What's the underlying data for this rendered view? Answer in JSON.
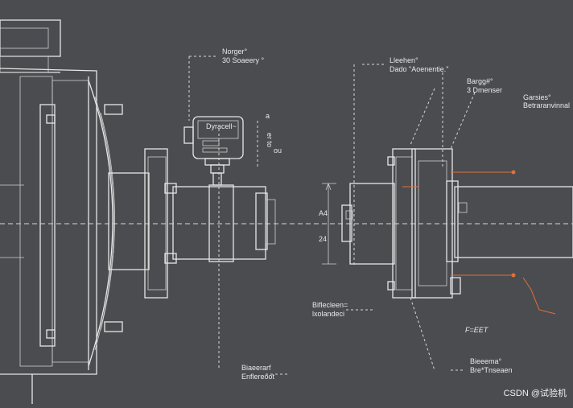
{
  "labels": {
    "top_left": [
      "Norger°",
      "30 Soaeery °"
    ],
    "top_center": [
      "Lleehen°",
      "Dado \"Aoenentie.\""
    ],
    "right_1": [
      "Bargg#°",
      "3  Dmenser"
    ],
    "right_2": [
      "Garsies°",
      "Betraranvinnal"
    ],
    "gauge_display": "Dyracell~",
    "vertical_dims": [
      "a",
      "er to",
      "ou"
    ],
    "dim_a4": "A4",
    "dim_24": "24",
    "bottom_mid": [
      "Biflecleen=",
      "lxolandeci"
    ],
    "bottom_center": [
      "Biaeerarf",
      "Enflereoot"
    ],
    "bottom_right": [
      "Bieeema°",
      "Bre*Tnseaen"
    ],
    "right_code": "F=EET",
    "watermark": "CSDN @试验机"
  },
  "colors": {
    "background": "#4a4c50",
    "line": "#e6e6e6",
    "accent": "#e0703a"
  }
}
